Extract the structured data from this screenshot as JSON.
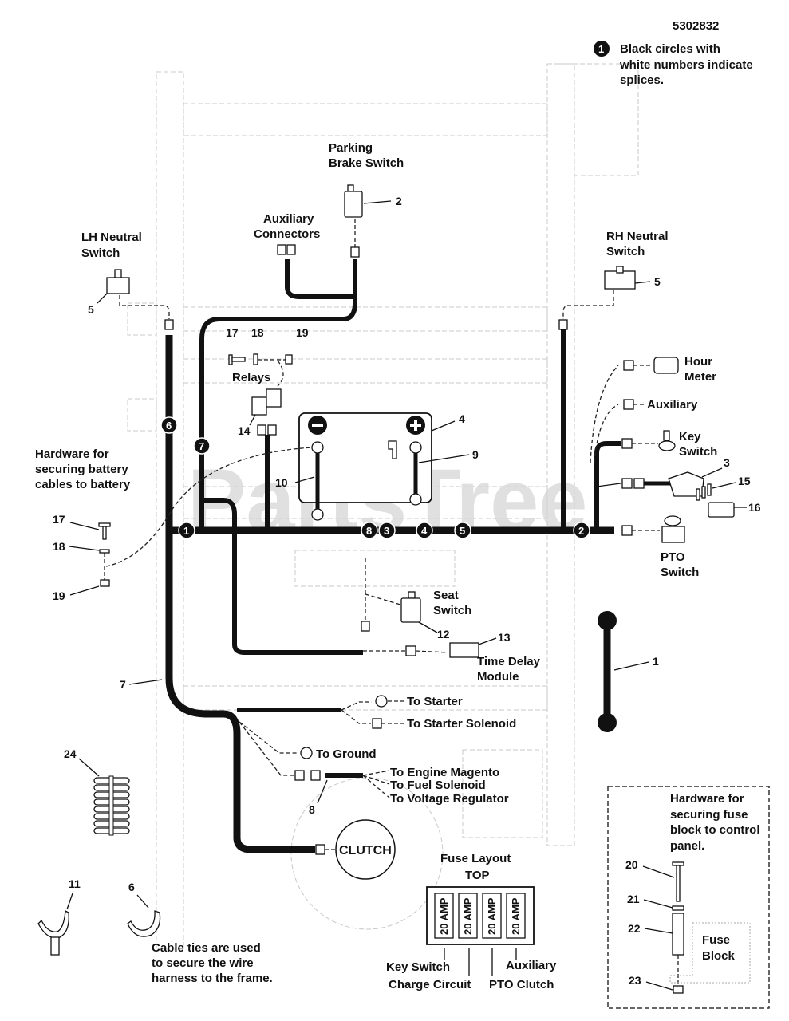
{
  "doc_number": "5302832",
  "legend": {
    "marker": "1",
    "lines": [
      "Black circles with",
      "white numbers indicate",
      "splices."
    ]
  },
  "watermark": "PartsTree",
  "components": {
    "parking_brake_switch": {
      "lines": [
        "Parking",
        "Brake Switch"
      ],
      "ref": "2"
    },
    "auxiliary_connectors": {
      "lines": [
        "Auxiliary",
        "Connectors"
      ]
    },
    "lh_neutral_switch": {
      "lines": [
        "LH Neutral",
        "Switch"
      ],
      "ref": "5"
    },
    "rh_neutral_switch": {
      "lines": [
        "RH Neutral",
        "Switch"
      ],
      "ref": "5"
    },
    "relays": {
      "label": "Relays",
      "ref": "14",
      "hw_refs": [
        "17",
        "18",
        "19"
      ]
    },
    "battery": {
      "ref": "4",
      "neg_cable_ref": "10",
      "pos_cable_ref": "9"
    },
    "hour_meter": {
      "lines": [
        "Hour",
        "Meter"
      ]
    },
    "auxiliary": {
      "label": "Auxiliary"
    },
    "key_switch": {
      "lines": [
        "Key",
        "Switch"
      ]
    },
    "fuse_block": {
      "ref": "3",
      "fuse_ref": "15",
      "cover_ref": "16"
    },
    "pto_switch": {
      "lines": [
        "PTO",
        "Switch"
      ]
    },
    "seat_switch": {
      "lines": [
        "Seat",
        "Switch"
      ],
      "ref": "12"
    },
    "time_delay_module": {
      "lines": [
        "Time Delay",
        "Module"
      ],
      "ref": "13"
    },
    "ground_strap": {
      "ref": "1"
    },
    "clutch": {
      "label": "CLUTCH"
    },
    "harness_refs": {
      "main": "7",
      "left_branch": "7",
      "engine_lead": "8"
    }
  },
  "battery_hardware": {
    "lines": [
      "Hardware for",
      "securing battery",
      "cables to battery"
    ],
    "refs": [
      "17",
      "18",
      "19"
    ]
  },
  "splices": [
    "1",
    "2",
    "3",
    "4",
    "5",
    "6",
    "7",
    "8"
  ],
  "engine_connections": {
    "starter": "To Starter",
    "starter_solenoid": "To Starter Solenoid",
    "ground": "To Ground",
    "magneto": "To Engine Magento",
    "fuel_solenoid": "To Fuel Solenoid",
    "voltage_regulator": "To Voltage Regulator"
  },
  "fuse_layout": {
    "title": "Fuse Layout",
    "subtitle": "TOP",
    "fuses": [
      "20 AMP",
      "20 AMP",
      "20 AMP",
      "20 AMP"
    ],
    "circuits": [
      "Key Switch",
      "Charge Circuit",
      "PTO Clutch",
      "Auxiliary"
    ]
  },
  "fuse_hardware": {
    "lines": [
      "Hardware for",
      "securing fuse",
      "block to control",
      "panel."
    ],
    "refs": [
      "20",
      "21",
      "22",
      "23"
    ],
    "block_lines": [
      "Fuse",
      "Block"
    ]
  },
  "accessories": {
    "grommet_ref": "24",
    "tie_mount_ref": "11",
    "cable_tie_ref": "6",
    "cable_tie_note": [
      "Cable ties are used",
      "to secure the wire",
      "harness to the frame."
    ]
  }
}
